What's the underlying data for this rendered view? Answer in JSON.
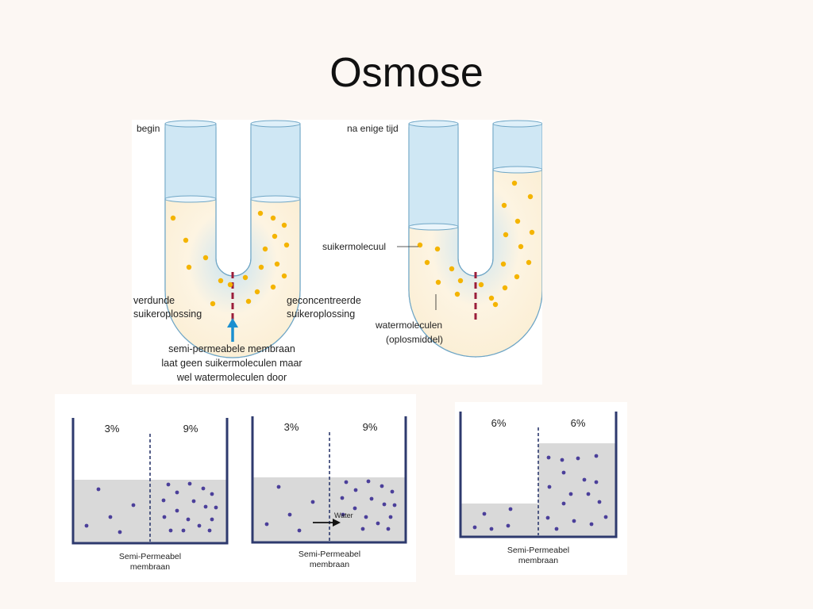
{
  "title": "Osmose",
  "colors": {
    "tube": "#cfe7f4",
    "tubeStroke": "#4a8fb5",
    "sugar": "#f4b400",
    "solution": "#fbefd6",
    "membrane": "#9b1d3a",
    "arrow": "#1b8fd0",
    "liquid": "#d9d9d9",
    "particle": "#4b3f9a",
    "beaker": "#2e3a6e"
  },
  "utube": {
    "before": {
      "label": "begin",
      "left_label": [
        "verdunde",
        "suikeroplossing"
      ],
      "right_label": [
        "geconcentreerde",
        "suikeroplossing"
      ],
      "membrane_caption": [
        "semi-permeabele membraan",
        "laat geen suikermoleculen maar",
        "wel watermoleculen door"
      ]
    },
    "after": {
      "label": "na enige tijd",
      "sugar_label": "suikermolecuul",
      "water_label": [
        "watermoleculen",
        "(oplosmiddel)"
      ]
    }
  },
  "beakers": [
    {
      "left_pct": "3%",
      "right_pct": "9%",
      "membrane_label": [
        "Semi-Permeabel",
        "membraan"
      ],
      "arrow_label": ""
    },
    {
      "left_pct": "3%",
      "right_pct": "9%",
      "membrane_label": [
        "Semi-Permeabel",
        "membraan"
      ],
      "arrow_label": "Water"
    },
    {
      "left_pct": "6%",
      "right_pct": "6%",
      "membrane_label": [
        "Semi-Permeabel",
        "membraan"
      ],
      "arrow_label": ""
    }
  ]
}
